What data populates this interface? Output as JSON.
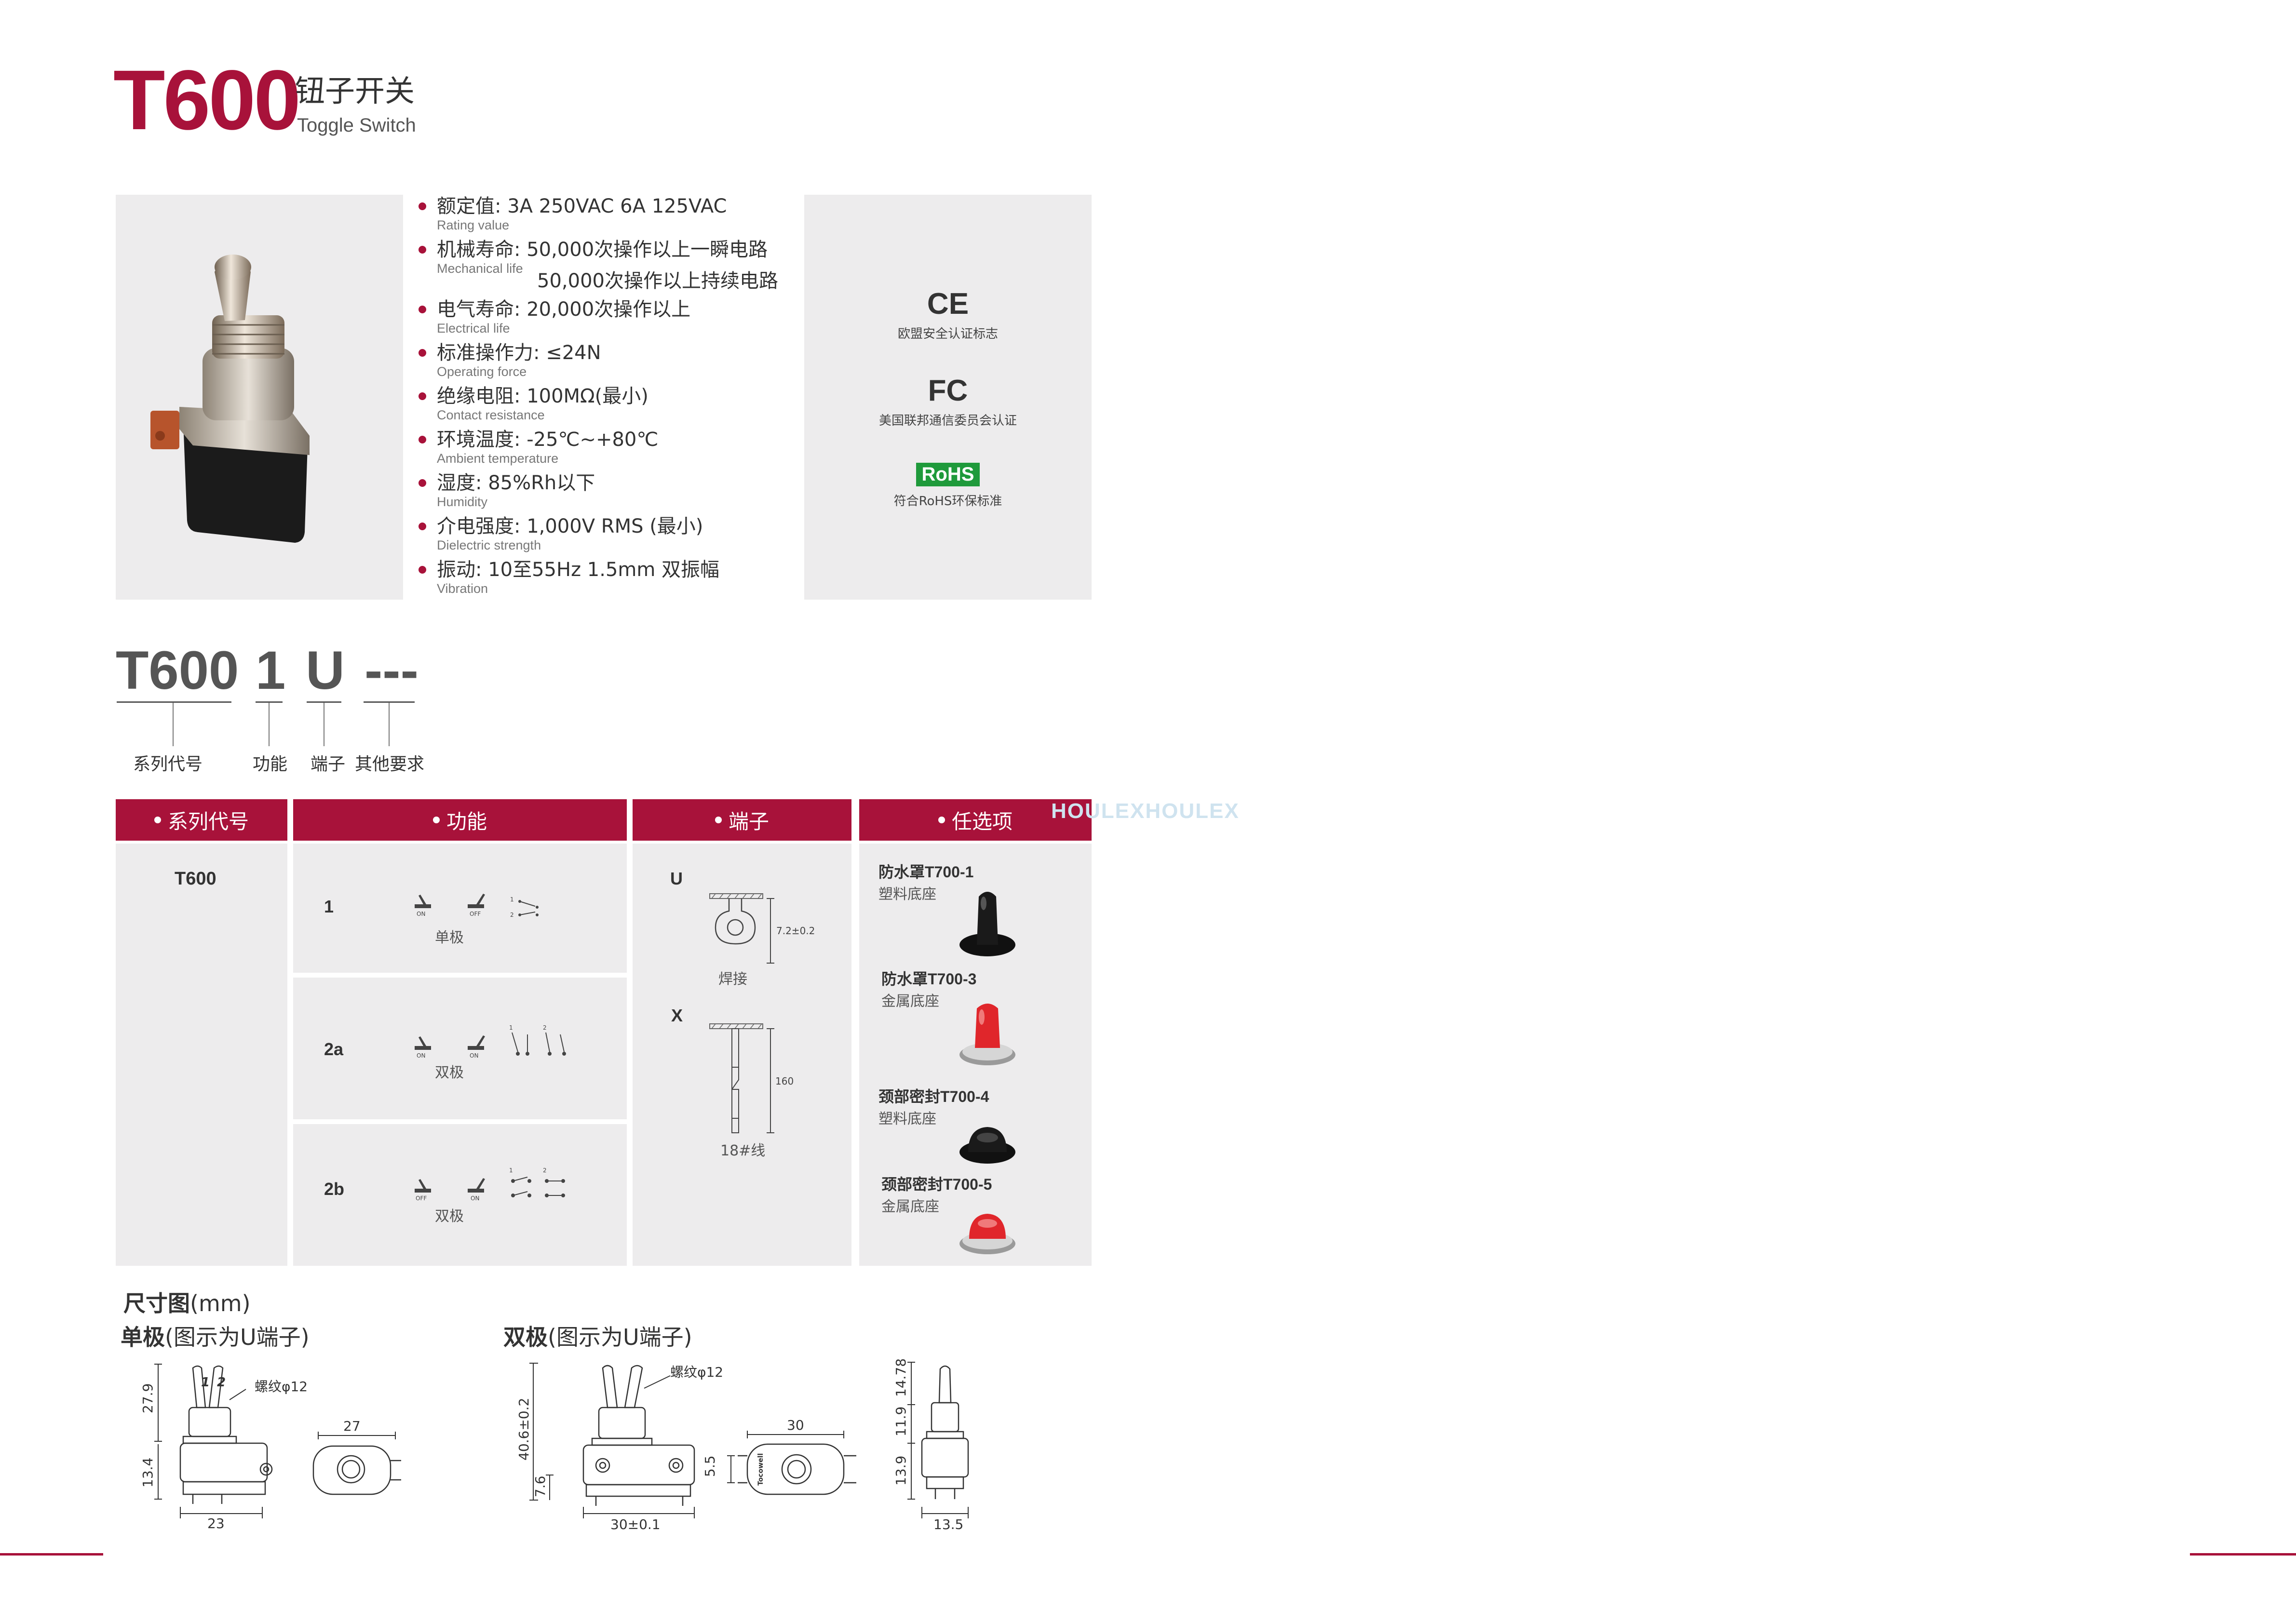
{
  "header": {
    "model": "T600",
    "name_cn": "钮子开关",
    "name_en": "Toggle Switch"
  },
  "specs": [
    {
      "cn": "额定值:  3A 250VAC  6A 125VAC",
      "en": "Rating value"
    },
    {
      "cn": "机械寿命:  50,000次操作以上一瞬电路",
      "en": "Mechanical life",
      "cn2": "50,000次操作以上持续电路"
    },
    {
      "cn": "电气寿命: 20,000次操作以上",
      "en": "Electrical life"
    },
    {
      "cn": "标准操作力: ≤24N",
      "en": "Operating force"
    },
    {
      "cn": "绝缘电阻: 100MΩ(最小)",
      "en": "Contact resistance"
    },
    {
      "cn": "环境温度: -25℃~+80℃",
      "en": "Ambient temperature"
    },
    {
      "cn": "湿度: 85%Rh以下",
      "en": "Humidity"
    },
    {
      "cn": "介电强度: 1,000V RMS (最小)",
      "en": "Dielectric strength"
    },
    {
      "cn": "振动: 10至55Hz 1.5mm 双振幅",
      "en": "Vibration"
    }
  ],
  "certs": [
    {
      "mark": "CE",
      "caption": "欧盟安全认证标志"
    },
    {
      "mark": "FC",
      "caption": "美国联邦通信委员会认证"
    },
    {
      "mark": "RoHS",
      "caption": "符合RoHS环保标准"
    }
  ],
  "ordering": {
    "segments": [
      "T600",
      "1",
      "U",
      "---"
    ],
    "labels": [
      "系列代号",
      "功能",
      "端子",
      "其他要求"
    ]
  },
  "table": {
    "headers": [
      "系列代号",
      "功能",
      "端子",
      "任选项"
    ],
    "series": "T600",
    "functions": [
      {
        "code": "1",
        "pole": "单极",
        "states": [
          "ON",
          "OFF"
        ],
        "nums": [
          "1",
          "2"
        ]
      },
      {
        "code": "2a",
        "pole": "双极",
        "states": [
          "ON",
          "ON"
        ],
        "nums": [
          "1",
          "2"
        ]
      },
      {
        "code": "2b",
        "pole": "双极",
        "states": [
          "OFF",
          "ON"
        ],
        "nums": [
          "1",
          "2"
        ]
      }
    ],
    "terminals": [
      {
        "code": "U",
        "name": "焊接",
        "dim": "7.2±0.2"
      },
      {
        "code": "X",
        "name": "18#线",
        "dim": "160"
      }
    ],
    "options": [
      {
        "name": "防水罩T700-1",
        "base": "塑料底座",
        "color": "#111111"
      },
      {
        "name": "防水罩T700-3",
        "base": "金属底座",
        "color": "#e0262b"
      },
      {
        "name": "颈部密封T700-4",
        "base": "塑料底座",
        "color": "#111111"
      },
      {
        "name": "颈部密封T700-5",
        "base": "金属底座",
        "color": "#e0262b"
      }
    ]
  },
  "watermark": "HOULEXHOULEX",
  "dimensions": {
    "title_bold": "尺寸图",
    "title_unit": "(mm)",
    "single": {
      "bold": "单极",
      "note": "(图示为U端子)"
    },
    "double": {
      "bold": "双极",
      "note": "(图示为U端子)"
    },
    "single_labels": {
      "height": "27.9",
      "base": "13.4",
      "width": "23",
      "thread": "螺纹φ12",
      "side_w": "27",
      "lever1": "1",
      "lever2": "2"
    },
    "double_labels": {
      "height": "40.6±0.2",
      "base": "7.6",
      "width": "30±0.1",
      "thread": "螺纹φ12",
      "side_w": "30",
      "side_h": "5.5",
      "brand": "Tocowell"
    },
    "side_labels": {
      "top": "14.78",
      "mid": "11.9",
      "low": "13.9",
      "width": "13.5"
    }
  },
  "colors": {
    "accent": "#a8123a",
    "panel": "#edeced",
    "rohs": "#1f9a3b"
  }
}
